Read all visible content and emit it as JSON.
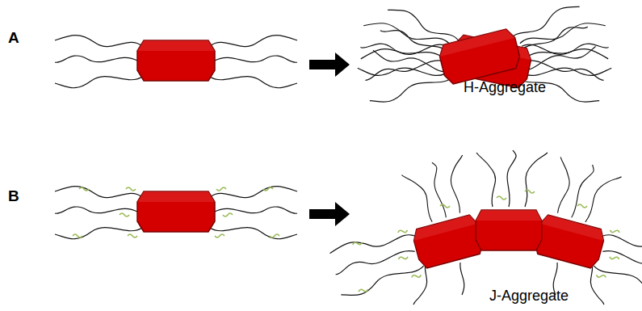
{
  "diagram": {
    "labels": [
      "A",
      "H-Aggregate",
      "B",
      "J-Aggregate"
    ]
  }
}
